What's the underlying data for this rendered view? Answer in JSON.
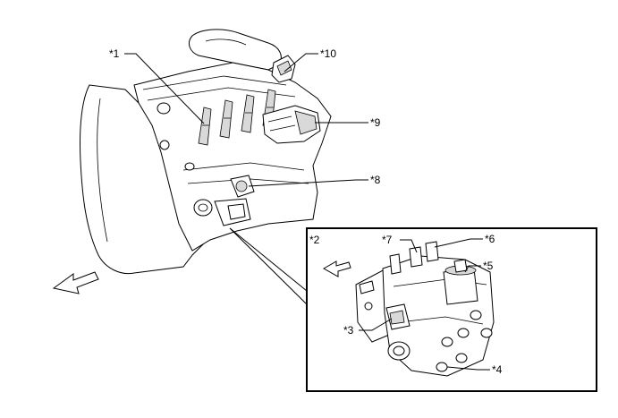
{
  "callouts": {
    "c1": "*1",
    "c2": "*2",
    "c3": "*3",
    "c4": "*4",
    "c5": "*5",
    "c6": "*6",
    "c7": "*7",
    "c8": "*8",
    "c9": "*9",
    "c10": "*10"
  },
  "colors": {
    "line": "#000000",
    "background": "#ffffff",
    "shade": "#d9d9d9"
  }
}
